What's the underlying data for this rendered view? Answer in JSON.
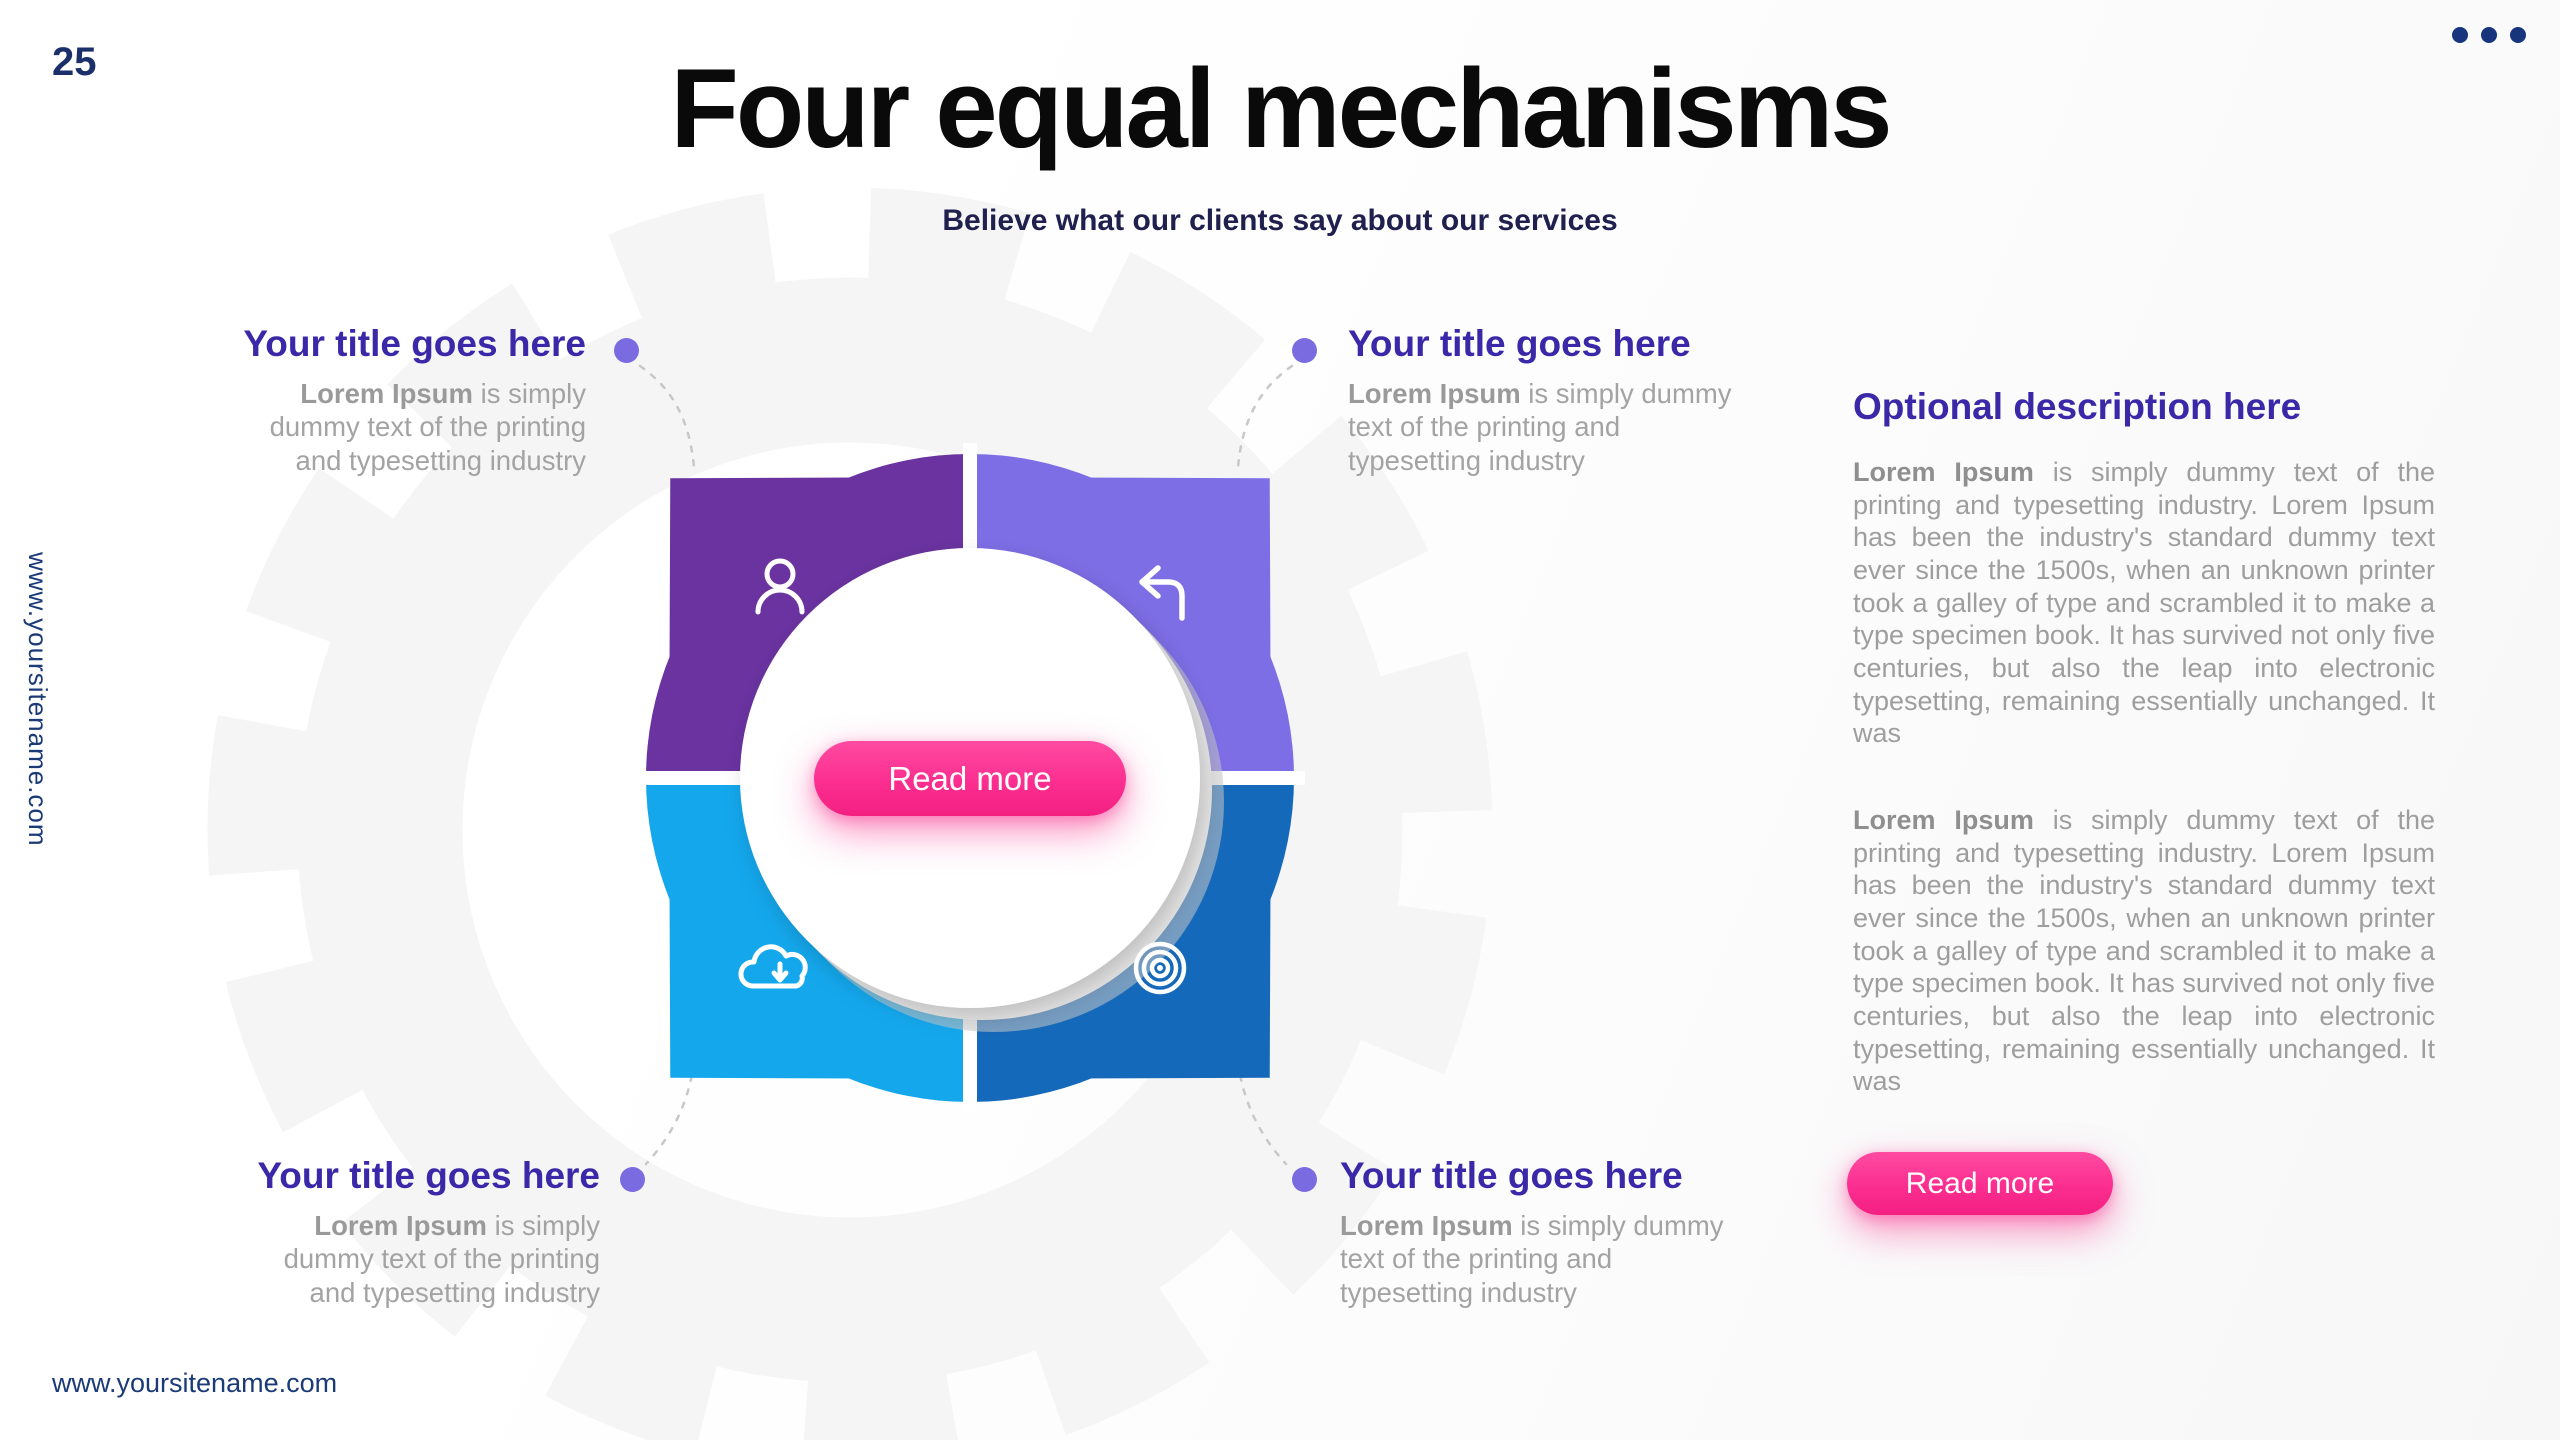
{
  "slide": {
    "page_number": "25",
    "title": "Four equal mechanisms",
    "subtitle": "Believe what our clients say about our services",
    "footer_url": "www.yoursitename.com",
    "vertical_url": "www.yoursitename.com"
  },
  "callouts": [
    {
      "position": "top-left",
      "title": "Your title goes here",
      "lead": "Lorem Ipsum",
      "body": " is simply dummy text of the printing and typesetting industry"
    },
    {
      "position": "top-right",
      "title": "Your title goes here",
      "lead": "Lorem Ipsum",
      "body": " is simply dummy text of the printing and typesetting industry"
    },
    {
      "position": "bottom-left",
      "title": "Your title goes here",
      "lead": "Lorem Ipsum",
      "body": " is simply dummy text of the printing and typesetting industry"
    },
    {
      "position": "bottom-right",
      "title": "Your title goes here",
      "lead": "Lorem Ipsum",
      "body": " is simply dummy text of the printing and typesetting industry"
    }
  ],
  "diagram": {
    "center_button_label": "Read more",
    "segments": [
      {
        "position": "top-left",
        "icon": "person",
        "color": "#6a33a0"
      },
      {
        "position": "top-right",
        "icon": "undo-arrow",
        "color": "#7d6ee6"
      },
      {
        "position": "bottom-left",
        "icon": "cloud-download",
        "color": "#14a7ec"
      },
      {
        "position": "bottom-right",
        "icon": "target",
        "color": "#1569ba"
      }
    ]
  },
  "description": {
    "heading": "Optional description here",
    "paragraphs": [
      {
        "lead": "Lorem Ipsum",
        "body": " is simply dummy text of the printing and typesetting industry. Lorem Ipsum has been the industry's standard dummy text ever since the 1500s, when an unknown printer took a galley of type and scrambled it to make a type specimen book. It has survived not only five centuries, but also the leap into electronic typesetting, remaining essentially unchanged. It was"
      },
      {
        "lead": "Lorem Ipsum",
        "body": " is simply dummy text of the printing and typesetting industry. Lorem Ipsum has been the industry's standard dummy text ever since the 1500s, when an unknown printer took a galley of type and scrambled it to make a type specimen book. It has survived not only five centuries, but also the leap into electronic typesetting, remaining essentially unchanged. It was"
      }
    ],
    "button_label": "Read more"
  },
  "colors": {
    "accent_pink": "#fb2e90",
    "navy": "#1b356f",
    "heading_indigo": "#3a28a8",
    "dot_purple": "#7b6be0",
    "segment_top_left": "#6a33a0",
    "segment_top_right": "#7d6ee6",
    "segment_bottom_left": "#14a7ec",
    "segment_bottom_right": "#1569ba",
    "body_gray": "#a3a3a3"
  }
}
